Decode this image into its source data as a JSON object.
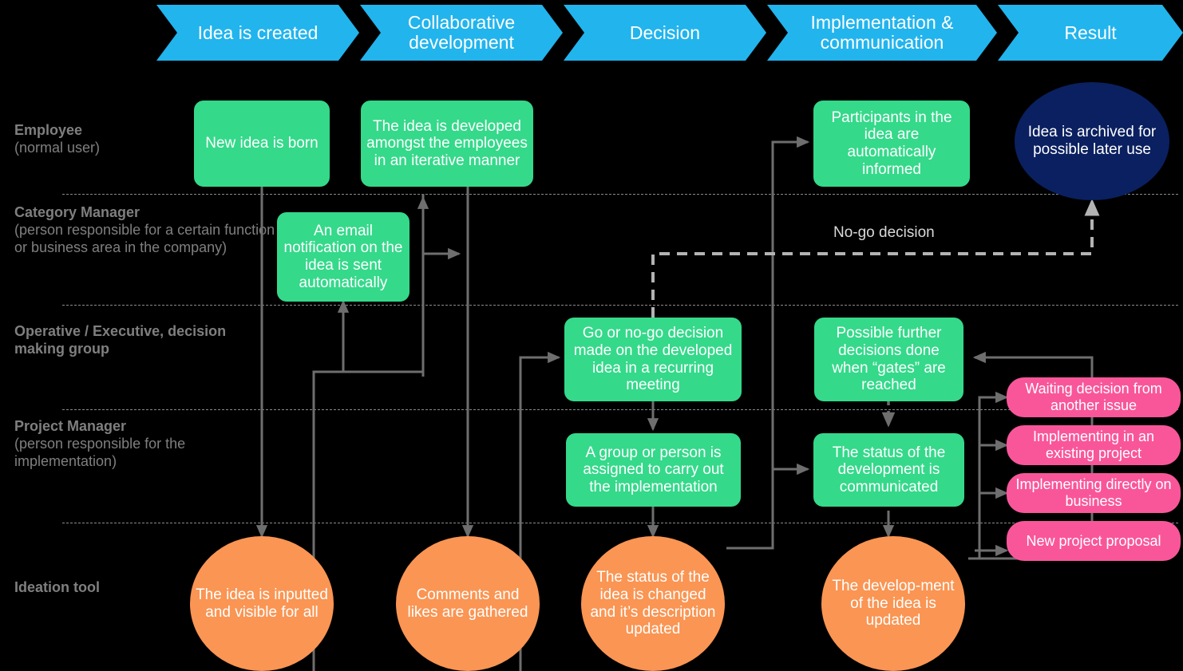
{
  "diagram": {
    "title": "Idea management process swimlane diagram",
    "background": "#000000",
    "colors": {
      "chevron": "#22b4ed",
      "green": "#34d98a",
      "orange": "#fa9553",
      "pink": "#f9569a",
      "navy": "#0a2060",
      "connector": "#6e6e6e",
      "lane_divider": "#8a8a8a",
      "lane_label": "#7f7f7f",
      "node_text": "#ffffff"
    }
  },
  "phases": [
    {
      "label": "Idea is created"
    },
    {
      "label": "Collaborative development"
    },
    {
      "label": "Decision"
    },
    {
      "label": "Implementation & communication"
    },
    {
      "label": "Result"
    }
  ],
  "lanes": [
    {
      "title": "Employee",
      "subtitle": "(normal user)"
    },
    {
      "title": "Category Manager",
      "subtitle": "(person responsible for a certain function or business area in the company)"
    },
    {
      "title": "Operative / Executive, decision making group",
      "subtitle": ""
    },
    {
      "title": "Project Manager",
      "subtitle": "(person responsible for the implementation)"
    },
    {
      "title": "Ideation tool",
      "subtitle": ""
    }
  ],
  "nodes": {
    "new_idea": "New idea is born",
    "developed_amongst": "The idea is developed amongst the employees in an iterative manner",
    "participants_informed": "Participants in the idea are automatically informed",
    "idea_archived": "Idea is archived for possible later use",
    "email_notification": "An email notification on the idea is sent automatically",
    "go_no_go": "Go or no-go decision made on the developed idea in a recurring meeting",
    "possible_further": "Possible further decisions done when “gates” are reached",
    "group_assigned": "A group or person is assigned to carry out the implementation",
    "status_communicated": "The status of the development is communicated",
    "waiting_decision": "Waiting decision from another issue",
    "implementing_existing": "Implementing in an existing project",
    "implementing_directly": "Implementing directly on business",
    "new_project_proposal": "New project proposal",
    "idea_inputted": "The idea is inputted and visible for all",
    "comments_likes": "Comments and likes are gathered",
    "status_changed": "The status of the idea is changed and it’s description updated",
    "development_updated": "The develop-ment of the idea is updated"
  },
  "edge_labels": {
    "no_go": "No-go decision"
  }
}
